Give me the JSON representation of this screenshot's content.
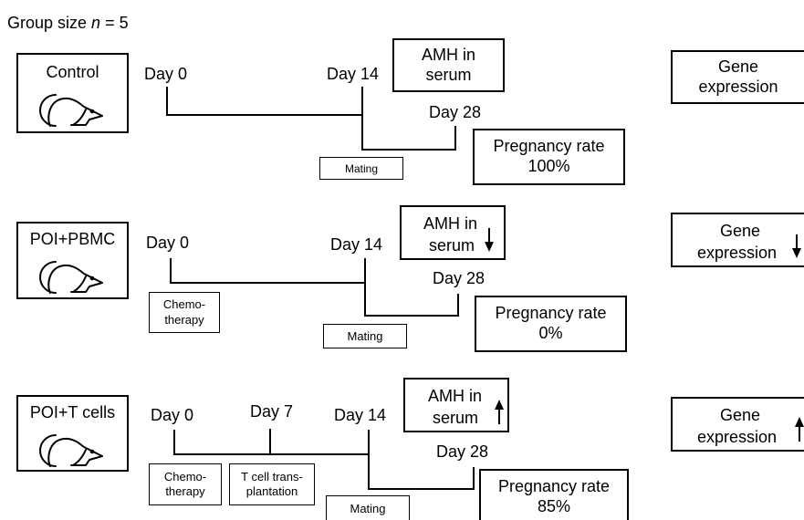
{
  "header": {
    "prefix": "Group size ",
    "n_symbol": "n",
    "suffix": " = 5"
  },
  "groups": [
    {
      "name": "Control",
      "days": [
        "Day 0",
        "Day 14",
        "Day 28"
      ],
      "procedures": [
        "Mating"
      ],
      "amh": {
        "line1": "AMH in",
        "line2": "serum",
        "trend": "none"
      },
      "pregnancy": {
        "line1": "Pregnancy rate",
        "line2": "100%"
      },
      "gene": {
        "line1": "Gene",
        "line2": "expression",
        "trend": "none"
      }
    },
    {
      "name": "POI+PBMC",
      "days": [
        "Day 0",
        "Day 14",
        "Day 28"
      ],
      "procedures": [
        "Chemo-",
        "therapy",
        "Mating"
      ],
      "amh": {
        "line1": "AMH in",
        "line2": "serum",
        "trend": "down"
      },
      "pregnancy": {
        "line1": "Pregnancy rate",
        "line2": "0%"
      },
      "gene": {
        "line1": "Gene",
        "line2": "expression",
        "trend": "down"
      }
    },
    {
      "name": "POI+T cells",
      "days": [
        "Day 0",
        "Day 7",
        "Day 14",
        "Day 28"
      ],
      "procedures": [
        "Chemo-",
        "therapy",
        "T cell trans-",
        "plantation",
        "Mating"
      ],
      "amh": {
        "line1": "AMH in",
        "line2": "serum",
        "trend": "up"
      },
      "pregnancy": {
        "line1": "Pregnancy rate",
        "line2": "85%"
      },
      "gene": {
        "line1": "Gene",
        "line2": "expression",
        "trend": "up"
      }
    }
  ],
  "icons": {
    "group_icon": "mouse-icon",
    "up_icon": "arrow-up-icon",
    "down_icon": "arrow-down-icon"
  }
}
